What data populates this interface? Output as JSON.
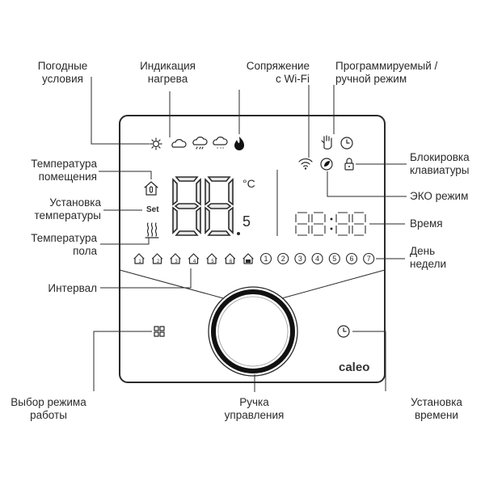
{
  "labels": {
    "weather": [
      "Погодные",
      "условия"
    ],
    "heating": [
      "Индикация",
      "нагрева"
    ],
    "wifi": [
      "Сопряжение",
      "с Wi-Fi"
    ],
    "mode": [
      "Программируемый /",
      "ручной режим"
    ],
    "lock": [
      "Блокировка",
      "клавиатуры"
    ],
    "eco": "ЭКО режим",
    "time": "Время",
    "day": [
      "День",
      "недели"
    ],
    "room_temp": [
      "Температура",
      "помещения"
    ],
    "set_temp": [
      "Установка",
      "температуры"
    ],
    "floor_temp": [
      "Температура",
      "пола"
    ],
    "interval": "Интервал",
    "mode_select": [
      "Выбор режима",
      "работы"
    ],
    "knob": [
      "Ручка",
      "управления"
    ],
    "time_set": [
      "Установка",
      "времени"
    ]
  },
  "display": {
    "set_text": "Set",
    "unit": "°C",
    "decimal": "5",
    "brand": "caleo",
    "days": [
      "1",
      "2",
      "3",
      "4",
      "5",
      "6",
      "7"
    ],
    "intervals": [
      "1",
      "2",
      "3",
      "4",
      "5",
      "6"
    ]
  }
}
